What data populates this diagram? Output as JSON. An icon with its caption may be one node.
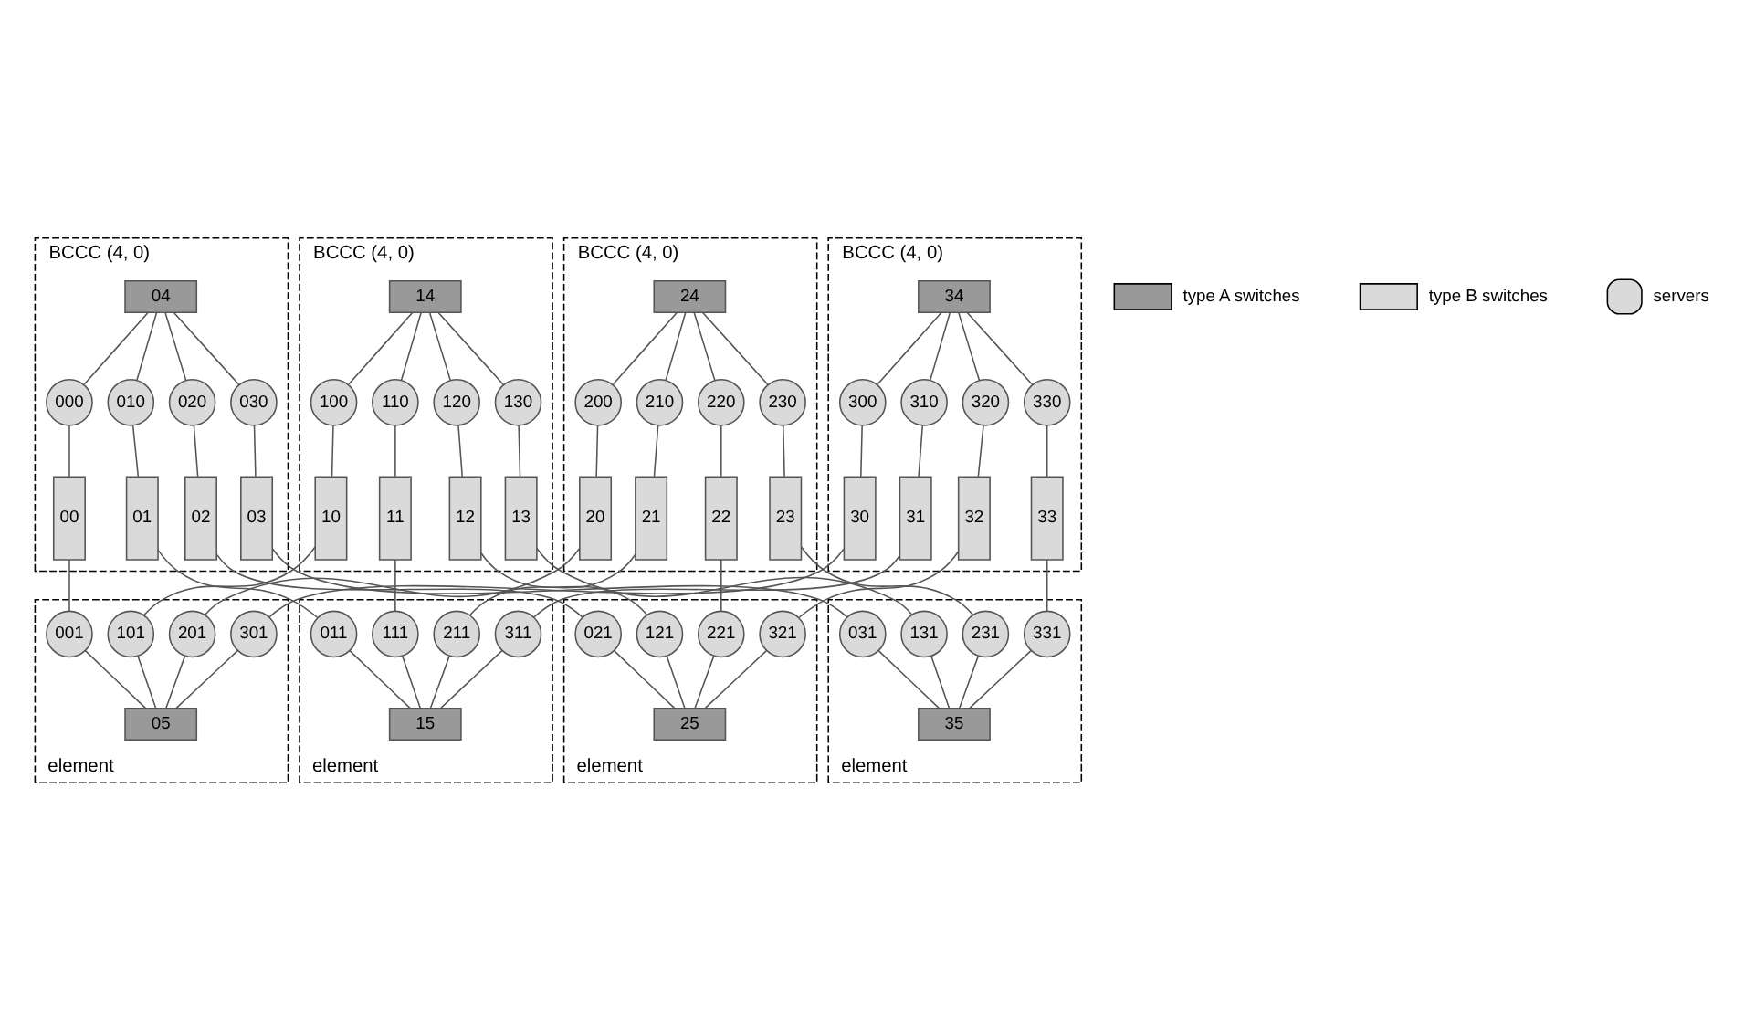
{
  "diagram": {
    "nodes": [
      {
        "text": [
          "BCCC (4, 0)"
        ]
      },
      {
        "text": [
          "04"
        ],
        "in": 0
      },
      {
        "text": [
          "000"
        ],
        "in": 0
      },
      {
        "text": [
          "010"
        ],
        "in": 0
      },
      {
        "text": [
          "020"
        ],
        "in": 0
      },
      {
        "text": [
          "030"
        ],
        "in": 0
      },
      {
        "text": [
          "00"
        ],
        "in": 0
      },
      {
        "text": [
          "01"
        ],
        "in": 0
      },
      {
        "text": [
          "02"
        ],
        "in": 0
      },
      {
        "text": [
          "03"
        ],
        "in": 0
      },
      {
        "text": [
          "BCCC (4, 0)"
        ]
      },
      {
        "text": [
          "14"
        ],
        "in": 10
      },
      {
        "text": [
          "100"
        ],
        "in": 10
      },
      {
        "text": [
          "110"
        ],
        "in": 10
      },
      {
        "text": [
          "120"
        ],
        "in": 10
      },
      {
        "text": [
          "130"
        ],
        "in": 10
      },
      {
        "text": [
          "10"
        ],
        "in": 10
      },
      {
        "text": [
          "11"
        ],
        "in": 10
      },
      {
        "text": [
          "12"
        ],
        "in": 10
      },
      {
        "text": [
          "13"
        ],
        "in": 10
      },
      {
        "text": [
          "BCCC (4, 0)"
        ]
      },
      {
        "text": [
          "24"
        ],
        "in": 20
      },
      {
        "text": [
          "200"
        ],
        "in": 20
      },
      {
        "text": [
          "210"
        ],
        "in": 20
      },
      {
        "text": [
          "220"
        ],
        "in": 20
      },
      {
        "text": [
          "230"
        ],
        "in": 20
      },
      {
        "text": [
          "20"
        ],
        "in": 20
      },
      {
        "text": [
          "21"
        ],
        "in": 20
      },
      {
        "text": [
          "22"
        ],
        "in": 20
      },
      {
        "text": [
          "23"
        ],
        "in": 20
      },
      {
        "text": [
          "BCCC (4, 0)"
        ]
      },
      {
        "text": [
          "34"
        ],
        "in": 30
      },
      {
        "text": [
          "300"
        ],
        "in": 30
      },
      {
        "text": [
          "310"
        ],
        "in": 30
      },
      {
        "text": [
          "320"
        ],
        "in": 30
      },
      {
        "text": [
          "330"
        ],
        "in": 30
      },
      {
        "text": [
          "30"
        ],
        "in": 30
      },
      {
        "text": [
          "31"
        ],
        "in": 30
      },
      {
        "text": [
          "32"
        ],
        "in": 30
      },
      {
        "text": [
          "33"
        ],
        "in": 30
      },
      {
        "text": [
          "element"
        ]
      },
      {
        "text": [
          "001"
        ],
        "in": 40
      },
      {
        "text": [
          "101"
        ],
        "in": 40
      },
      {
        "text": [
          "201"
        ],
        "in": 40
      },
      {
        "text": [
          "301"
        ],
        "in": 40
      },
      {
        "text": [
          "05"
        ],
        "in": 40
      },
      {
        "text": [
          "element"
        ]
      },
      {
        "text": [
          "011"
        ],
        "in": 46
      },
      {
        "text": [
          "111"
        ],
        "in": 46
      },
      {
        "text": [
          "211"
        ],
        "in": 46
      },
      {
        "text": [
          "311"
        ],
        "in": 46
      },
      {
        "text": [
          "15"
        ],
        "in": 46
      },
      {
        "text": [
          "element"
        ]
      },
      {
        "text": [
          "021"
        ],
        "in": 52
      },
      {
        "text": [
          "121"
        ],
        "in": 52
      },
      {
        "text": [
          "221"
        ],
        "in": 52
      },
      {
        "text": [
          "321"
        ],
        "in": 52
      },
      {
        "text": [
          "25"
        ],
        "in": 52
      },
      {
        "text": [
          "element"
        ]
      },
      {
        "text": [
          "031"
        ],
        "in": 58
      },
      {
        "text": [
          "131"
        ],
        "in": 58
      },
      {
        "text": [
          "231"
        ],
        "in": 58
      },
      {
        "text": [
          "331"
        ],
        "in": 58
      },
      {
        "text": [
          "35"
        ],
        "in": 58
      }
    ],
    "edges": [
      {
        "from": 1,
        "to": 2,
        "arrow": "none"
      },
      {
        "from": 1,
        "to": 3,
        "arrow": "none"
      },
      {
        "from": 1,
        "to": 4,
        "arrow": "none"
      },
      {
        "from": 1,
        "to": 5,
        "arrow": "none"
      },
      {
        "from": 11,
        "to": 12,
        "arrow": "none"
      },
      {
        "from": 11,
        "to": 13,
        "arrow": "none"
      },
      {
        "from": 11,
        "to": 14,
        "arrow": "none"
      },
      {
        "from": 11,
        "to": 15,
        "arrow": "none"
      },
      {
        "from": 21,
        "to": 22,
        "arrow": "none"
      },
      {
        "from": 21,
        "to": 23,
        "arrow": "none"
      },
      {
        "from": 21,
        "to": 24,
        "arrow": "none"
      },
      {
        "from": 21,
        "to": 25,
        "arrow": "none"
      },
      {
        "from": 31,
        "to": 32,
        "arrow": "none"
      },
      {
        "from": 31,
        "to": 33,
        "arrow": "none"
      },
      {
        "from": 31,
        "to": 34,
        "arrow": "none"
      },
      {
        "from": 31,
        "to": 35,
        "arrow": "none"
      },
      {
        "from": 2,
        "to": 6,
        "arrow": "none"
      },
      {
        "from": 3,
        "to": 7,
        "arrow": "none"
      },
      {
        "from": 4,
        "to": 8,
        "arrow": "none"
      },
      {
        "from": 5,
        "to": 9,
        "arrow": "none"
      },
      {
        "from": 12,
        "to": 16,
        "arrow": "none"
      },
      {
        "from": 13,
        "to": 17,
        "arrow": "none"
      },
      {
        "from": 14,
        "to": 18,
        "arrow": "none"
      },
      {
        "from": 15,
        "to": 19,
        "arrow": "none"
      },
      {
        "from": 22,
        "to": 26,
        "arrow": "none"
      },
      {
        "from": 23,
        "to": 27,
        "arrow": "none"
      },
      {
        "from": 24,
        "to": 28,
        "arrow": "none"
      },
      {
        "from": 25,
        "to": 29,
        "arrow": "none"
      },
      {
        "from": 32,
        "to": 36,
        "arrow": "none"
      },
      {
        "from": 33,
        "to": 37,
        "arrow": "none"
      },
      {
        "from": 34,
        "to": 38,
        "arrow": "none"
      },
      {
        "from": 35,
        "to": 39,
        "arrow": "none"
      },
      {
        "from": 6,
        "to": 41,
        "arrow": "none"
      },
      {
        "from": 7,
        "to": 47,
        "arrow": "none"
      },
      {
        "from": 8,
        "to": 53,
        "arrow": "none"
      },
      {
        "from": 9,
        "to": 59,
        "arrow": "none"
      },
      {
        "from": 16,
        "to": 42,
        "arrow": "none"
      },
      {
        "from": 17,
        "to": 48,
        "arrow": "none"
      },
      {
        "from": 18,
        "to": 54,
        "arrow": "none"
      },
      {
        "from": 19,
        "to": 60,
        "arrow": "none"
      },
      {
        "from": 26,
        "to": 43,
        "arrow": "none"
      },
      {
        "from": 27,
        "to": 49,
        "arrow": "none"
      },
      {
        "from": 28,
        "to": 55,
        "arrow": "none"
      },
      {
        "from": 29,
        "to": 61,
        "arrow": "none"
      },
      {
        "from": 36,
        "to": 44,
        "arrow": "none"
      },
      {
        "from": 37,
        "to": 50,
        "arrow": "none"
      },
      {
        "from": 38,
        "to": 56,
        "arrow": "none"
      },
      {
        "from": 39,
        "to": 62,
        "arrow": "none"
      },
      {
        "from": 41,
        "to": 45,
        "arrow": "none"
      },
      {
        "from": 42,
        "to": 45,
        "arrow": "none"
      },
      {
        "from": 43,
        "to": 45,
        "arrow": "none"
      },
      {
        "from": 44,
        "to": 45,
        "arrow": "none"
      },
      {
        "from": 47,
        "to": 51,
        "arrow": "none"
      },
      {
        "from": 48,
        "to": 51,
        "arrow": "none"
      },
      {
        "from": 49,
        "to": 51,
        "arrow": "none"
      },
      {
        "from": 50,
        "to": 51,
        "arrow": "none"
      },
      {
        "from": 53,
        "to": 57,
        "arrow": "none"
      },
      {
        "from": 54,
        "to": 57,
        "arrow": "none"
      },
      {
        "from": 55,
        "to": 57,
        "arrow": "none"
      },
      {
        "from": 56,
        "to": 57,
        "arrow": "none"
      },
      {
        "from": 59,
        "to": 63,
        "arrow": "none"
      },
      {
        "from": 60,
        "to": 63,
        "arrow": "none"
      },
      {
        "from": 61,
        "to": 63,
        "arrow": "none"
      },
      {
        "from": 62,
        "to": 63,
        "arrow": "none"
      }
    ],
    "legend": [
      {
        "text": "type A switches",
        "color": "#999999"
      },
      {
        "text": "type B switches",
        "color": "#dadada"
      },
      {
        "text": "servers"
      }
    ]
  }
}
